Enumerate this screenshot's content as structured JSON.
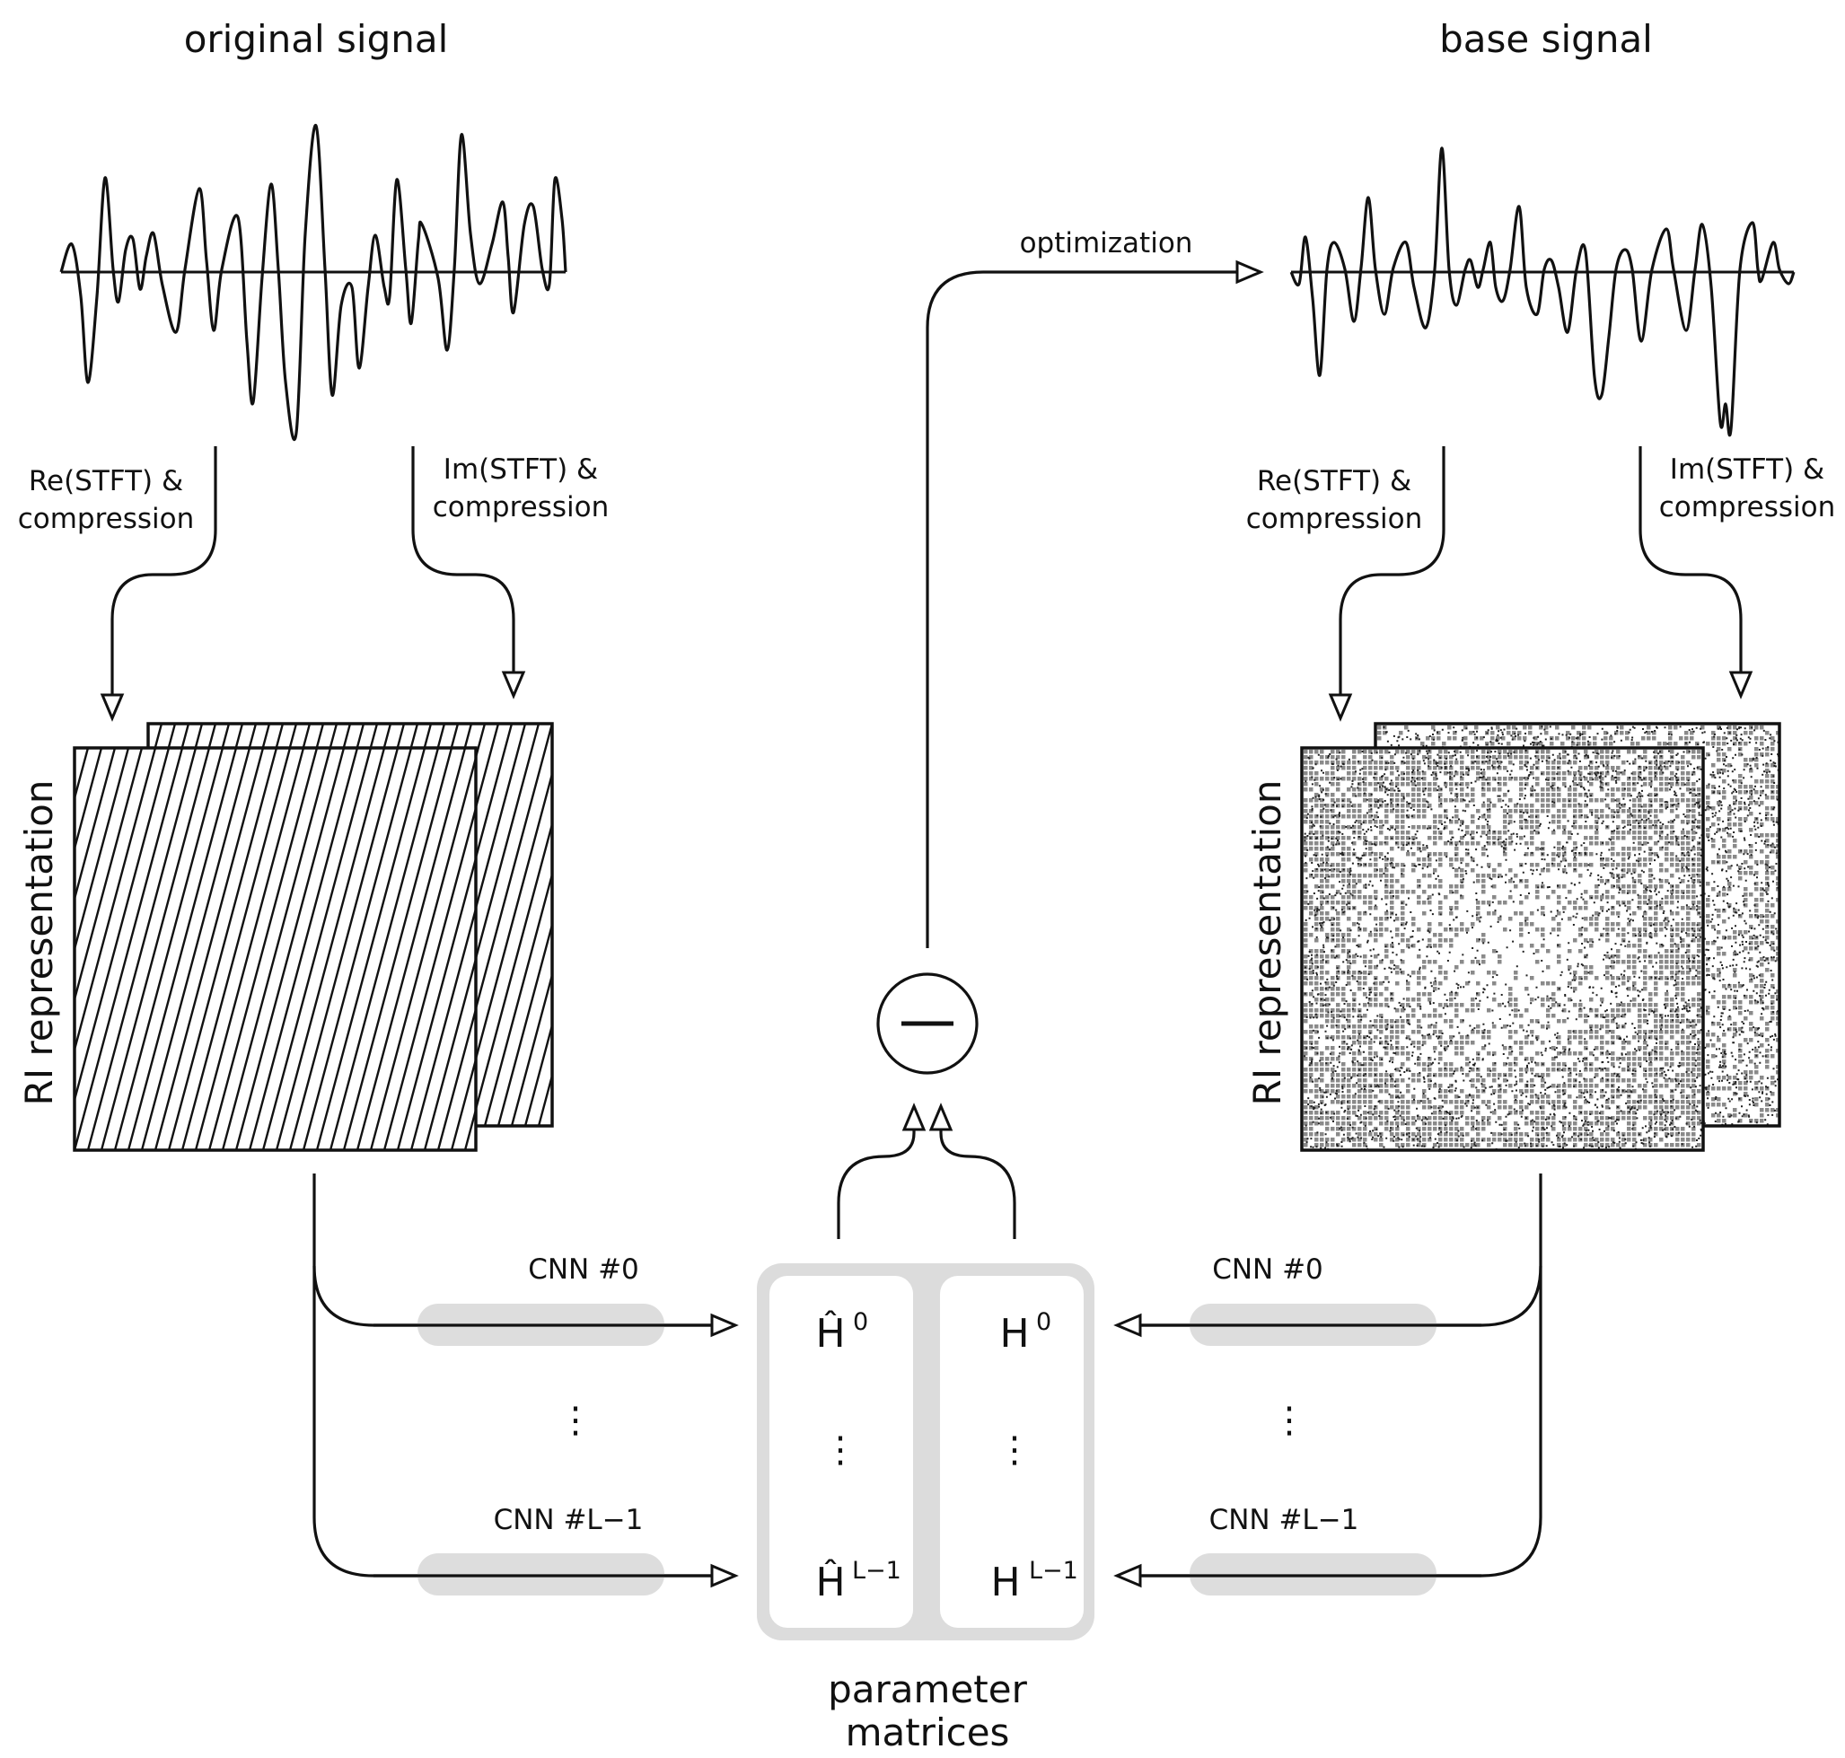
{
  "colors": {
    "ink": "#111111",
    "pill": "#dddddd",
    "matrix_frame": "#dcdcdc",
    "noise_light": "#ffffff",
    "noise_dark": "#111111"
  },
  "left": {
    "title": "original signal",
    "re_line1": "Re(STFT) &",
    "re_line2": "compression",
    "im_line1": "Im(STFT) &",
    "im_line2": "compression",
    "ri_label": "RI representation",
    "cnn_first": "CNN #0",
    "cnn_dots": "⋮",
    "cnn_last": "CNN #L−1"
  },
  "right": {
    "title": "base signal",
    "re_line1": "Re(STFT) &",
    "re_line2": "compression",
    "im_line1": "Im(STFT) &",
    "im_line2": "compression",
    "ri_label": "RI representation",
    "cnn_first": "CNN #0",
    "cnn_dots": "⋮",
    "cnn_last": "CNN #L−1"
  },
  "center": {
    "optimization": "optimization",
    "minus_icon": "minus-sign",
    "param_line1": "parameter",
    "param_line2": "matrices"
  },
  "matrices": {
    "hat_col": {
      "top_base": "Ĥ",
      "top_sup": "0",
      "dots": "⋮",
      "bottom_base": "Ĥ",
      "bottom_sup": "L−1"
    },
    "plain_col": {
      "top_base": "H",
      "top_sup": "0",
      "dots": "⋮",
      "bottom_base": "H",
      "bottom_sup": "L−1"
    }
  }
}
